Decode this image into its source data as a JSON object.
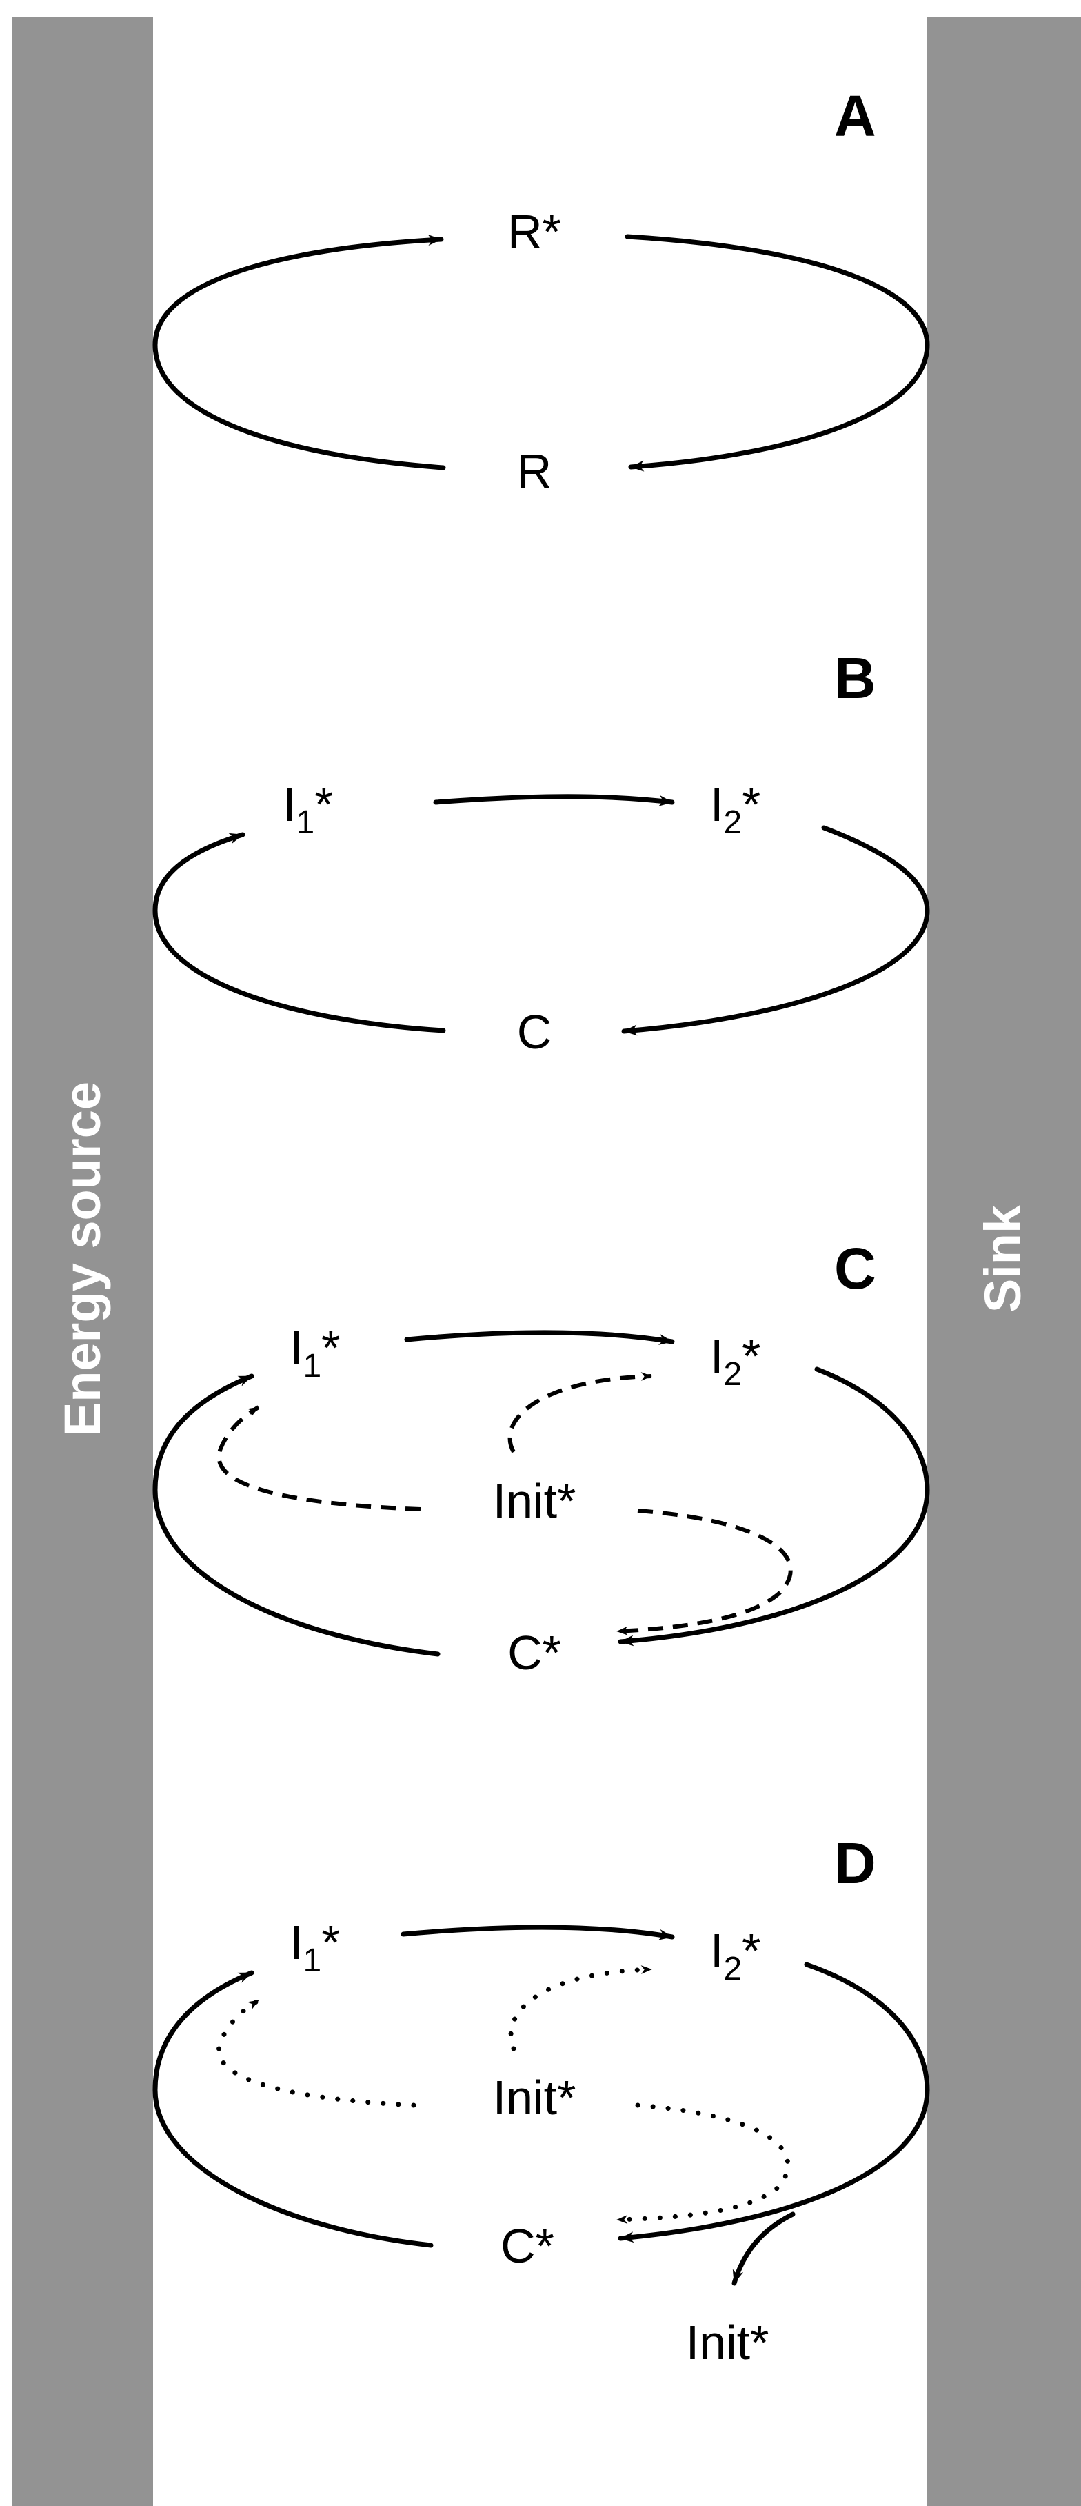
{
  "bars": {
    "left_label": "Energy source",
    "right_label": "Sink",
    "color": "#939393"
  },
  "panels": [
    {
      "letter": "A",
      "nodes": {
        "top": "R*",
        "bottom": "R"
      }
    },
    {
      "letter": "B",
      "nodes": {
        "i1": "I",
        "i1_sub": "1",
        "i1_sup": "*",
        "i2": "I",
        "i2_sub": "2",
        "i2_sup": "*",
        "bottom": "C"
      }
    },
    {
      "letter": "C",
      "nodes": {
        "i1": "I",
        "i1_sub": "1",
        "i1_sup": "*",
        "i2": "I",
        "i2_sub": "2",
        "i2_sup": "*",
        "center": "Init*",
        "bottom": "C*"
      }
    },
    {
      "letter": "D",
      "nodes": {
        "i1": "I",
        "i1_sub": "1",
        "i1_sup": "*",
        "i2": "I",
        "i2_sub": "2",
        "i2_sup": "*",
        "center": "Init*",
        "bottom": "C*",
        "released": "Init*"
      }
    }
  ]
}
